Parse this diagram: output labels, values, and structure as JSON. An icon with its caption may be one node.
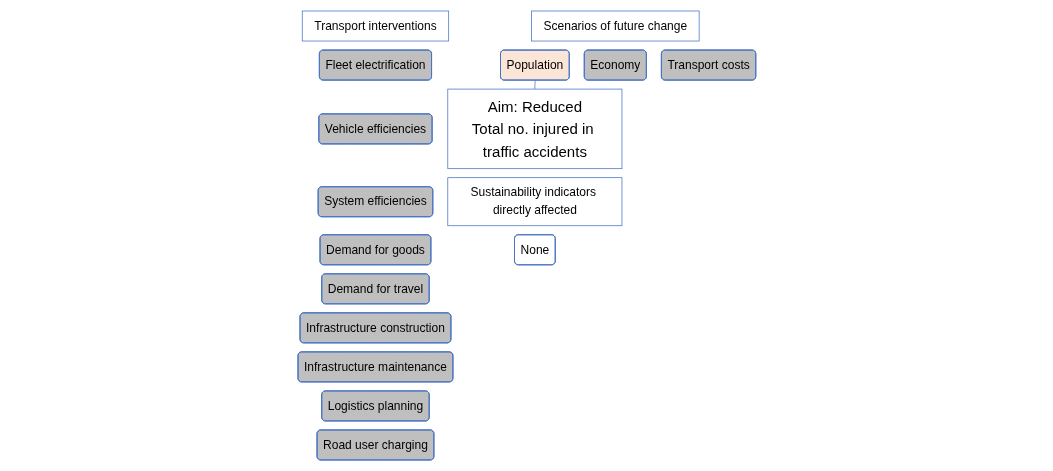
{
  "diagram": {
    "nodes": [
      {
        "text": [
          "Transport interventions"
        ]
      },
      {
        "text": [
          "Fleet electrification"
        ]
      },
      {
        "text": [
          "Vehicle efficiencies"
        ]
      },
      {
        "text": [
          "System efficiencies"
        ]
      },
      {
        "text": [
          "Demand for goods"
        ]
      },
      {
        "text": [
          "Demand for travel"
        ]
      },
      {
        "text": [
          "Infrastructure construction"
        ]
      },
      {
        "text": [
          "Infrastructure maintenance"
        ]
      },
      {
        "text": [
          "Logistics planning"
        ]
      },
      {
        "text": [
          "Road user charging"
        ]
      },
      {
        "text": [
          "Scenarios of future change"
        ]
      },
      {
        "text": [
          "Population"
        ]
      },
      {
        "text": [
          "Economy"
        ]
      },
      {
        "text": [
          "Transport costs"
        ]
      },
      {
        "text": [
          "Aim: Reduced",
          "Total no. injured in traffic accidents"
        ]
      },
      {
        "text": [
          "Sustainability indicators directly affected"
        ]
      },
      {
        "text": [
          "None"
        ]
      }
    ],
    "edges": [
      {
        "from": 11,
        "to": 14,
        "arrow": "none"
      }
    ]
  }
}
